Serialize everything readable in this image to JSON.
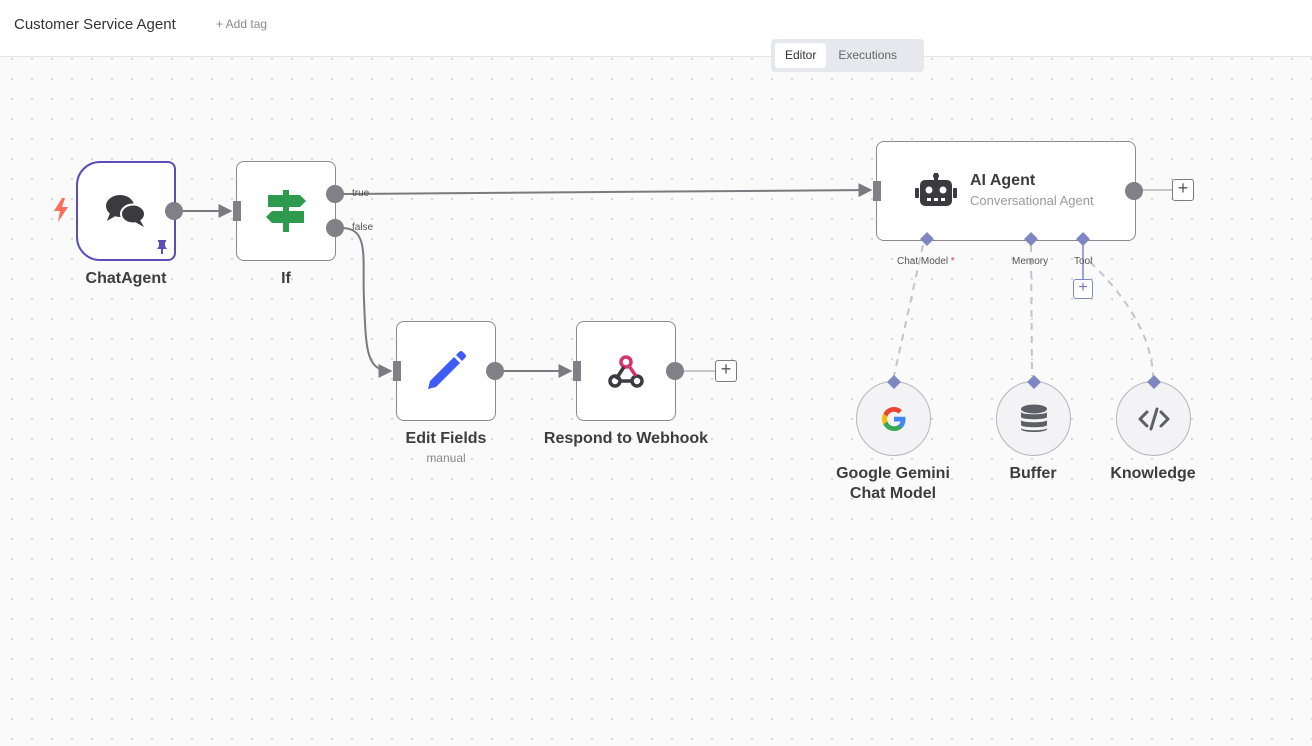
{
  "header": {
    "title": "Customer Service Agent",
    "add_tag": "+ Add tag"
  },
  "tabs": [
    {
      "label": "Editor",
      "active": true
    },
    {
      "label": "Executions",
      "active": false
    }
  ],
  "nodes": {
    "chat_agent": {
      "label": "ChatAgent",
      "icon": "chat-bubbles-icon",
      "pinned": true
    },
    "if": {
      "label": "If",
      "icon": "signpost-icon",
      "outputs": [
        "true",
        "false"
      ]
    },
    "edit_fields": {
      "label": "Edit Fields",
      "sublabel": "manual",
      "icon": "pencil-icon"
    },
    "respond_webhook": {
      "label": "Respond to Webhook",
      "icon": "webhook-icon"
    },
    "ai_agent": {
      "label": "AI Agent",
      "sublabel": "Conversational Agent",
      "icon": "robot-icon",
      "connectors": {
        "chat_model": "Chat Model",
        "required_mark": "*",
        "memory": "Memory",
        "tool": "Tool"
      }
    },
    "gemini": {
      "label_line1": "Google Gemini",
      "label_line2": "Chat Model",
      "icon": "google-icon"
    },
    "buffer": {
      "label": "Buffer",
      "icon": "database-icon"
    },
    "knowledge": {
      "label": "Knowledge",
      "icon": "code-icon"
    }
  },
  "colors": {
    "trigger_border": "#5a4fb8",
    "bolt": "#ff6d5a",
    "if_green": "#2e9a4d",
    "pencil_blue": "#3d5bf5",
    "webhook_pink": "#d6336c",
    "connector_diamond": "#7f87c2"
  }
}
